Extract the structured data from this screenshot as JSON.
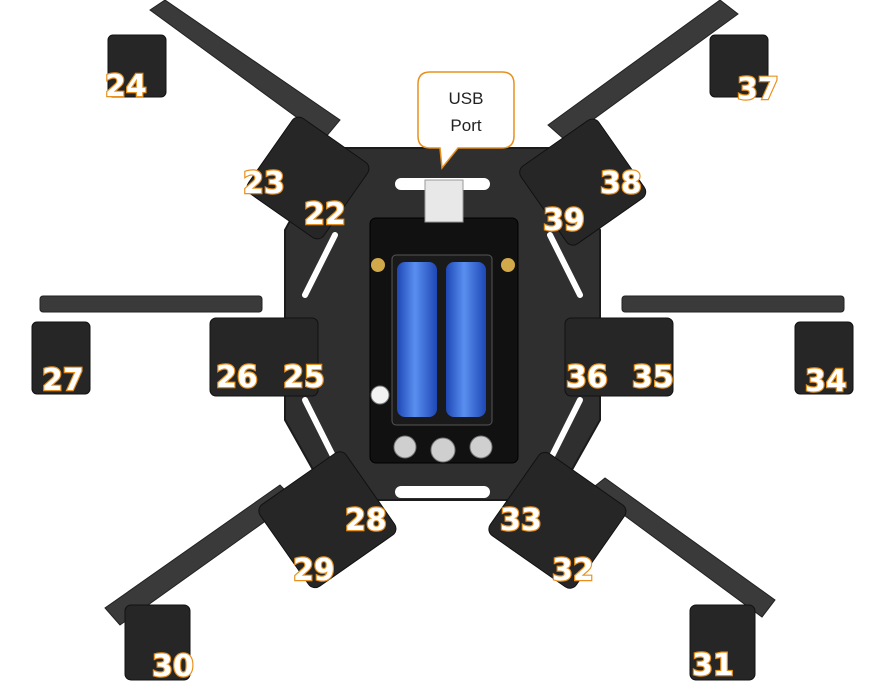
{
  "callout": {
    "line1": "USB",
    "line2": "Port"
  },
  "colors": {
    "label_fill": "#ffffff",
    "label_stroke": "#e8901c",
    "frame": "#2f2f2f",
    "servo": "#262626",
    "battery": "#2a5fd0",
    "callout_border": "#e8901c"
  },
  "servo_labels": [
    "24",
    "23",
    "22",
    "37",
    "38",
    "39",
    "27",
    "26",
    "25",
    "36",
    "35",
    "34",
    "28",
    "29",
    "30",
    "33",
    "32",
    "31"
  ]
}
